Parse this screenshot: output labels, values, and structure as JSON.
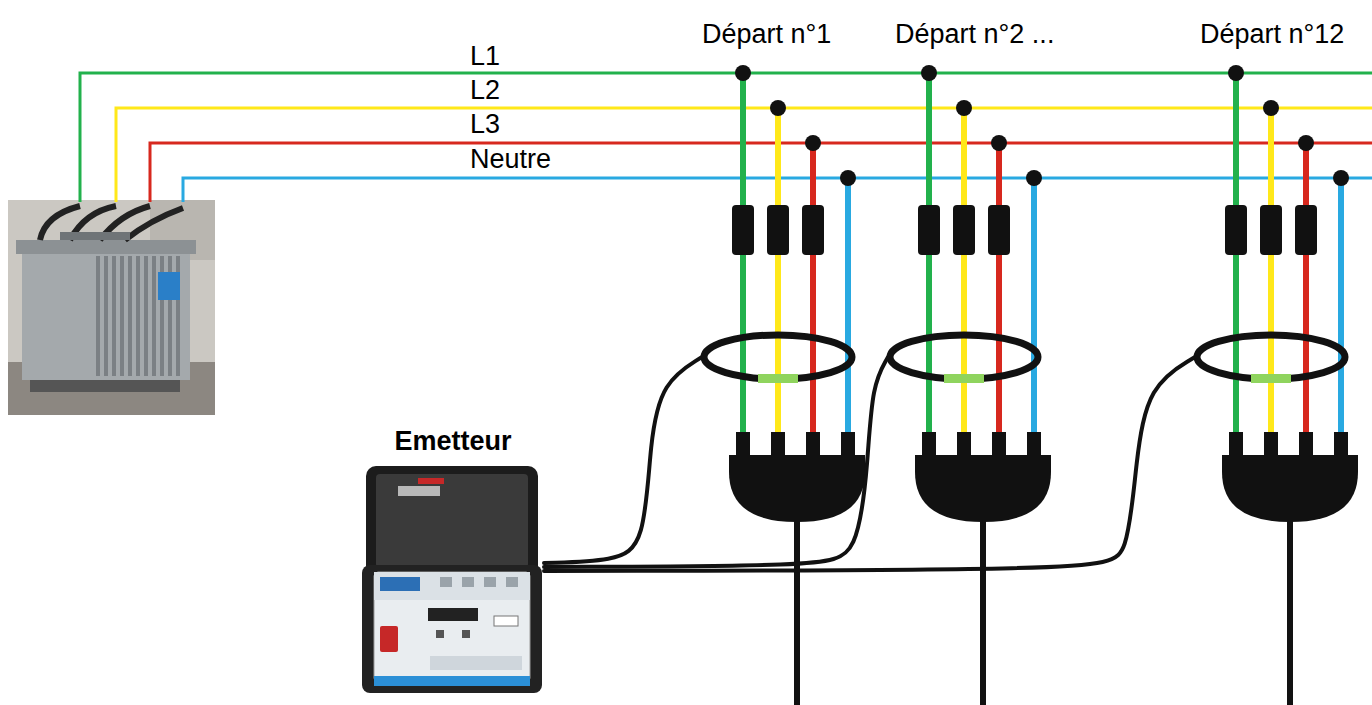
{
  "diagram": {
    "nodes": [
      {
        "text": [
          "Départ n°1"
        ]
      },
      {
        "text": [
          "Départ n°2 ..."
        ]
      },
      {
        "text": [
          "Départ n°12"
        ]
      },
      {
        "text": [
          "Emetteur"
        ]
      }
    ],
    "edges": [
      {
        "from": 3,
        "to": 0,
        "arrow": "none"
      },
      {
        "from": 3,
        "to": 1,
        "arrow": "none"
      },
      {
        "from": 3,
        "to": 2,
        "arrow": "none"
      }
    ],
    "labels": [
      "L1",
      "L2",
      "L3",
      "Neutre"
    ]
  }
}
